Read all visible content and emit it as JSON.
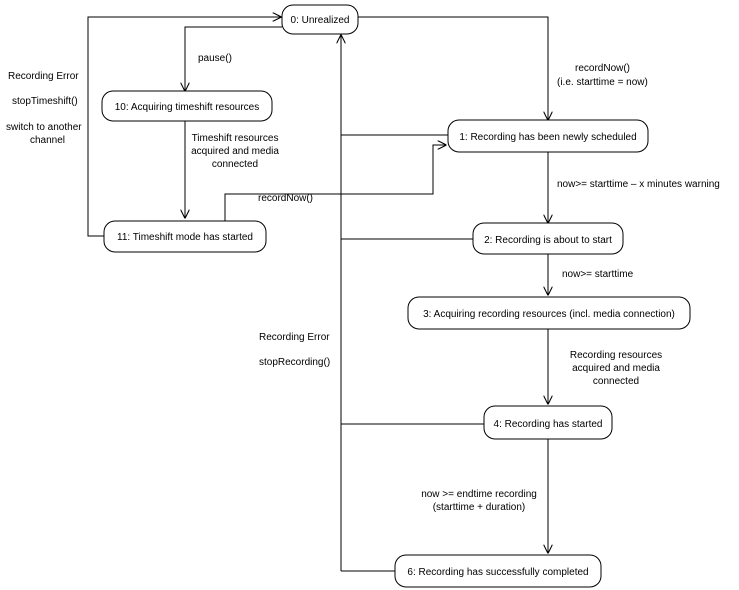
{
  "states": {
    "s0": "0: Unrealized",
    "s1": "1: Recording has been newly scheduled",
    "s2": "2: Recording is about to start",
    "s3": "3: Acquiring recording resources (incl. media connection)",
    "s4": "4: Recording has started",
    "s6": "6: Recording has successfully completed",
    "s10": "10: Acquiring timeshift resources",
    "s11": "11: Timeshift mode has started"
  },
  "transitions": {
    "pause": "pause()",
    "record_now_1": "recordNow()",
    "record_now_1_note": "(i.e. starttime = now)",
    "record_now_2": "recordNow()",
    "warning": "now>= starttime – x minutes warning",
    "starttime": "now>= starttime",
    "rec_resources_1": "Recording resources",
    "rec_resources_2": "acquired and media",
    "rec_resources_3": "connected",
    "endtime_1": "now >= endtime recording",
    "endtime_2": "(starttime + duration)",
    "ts_resources_1": "Timeshift resources",
    "ts_resources_2": "acquired and media",
    "ts_resources_3": "connected",
    "rec_error_left": "Recording Error",
    "stop_timeshift": "stopTimeshift()",
    "switch_1": "switch to another",
    "switch_2": "channel",
    "rec_error_mid": "Recording Error",
    "stop_recording": "stopRecording()"
  }
}
